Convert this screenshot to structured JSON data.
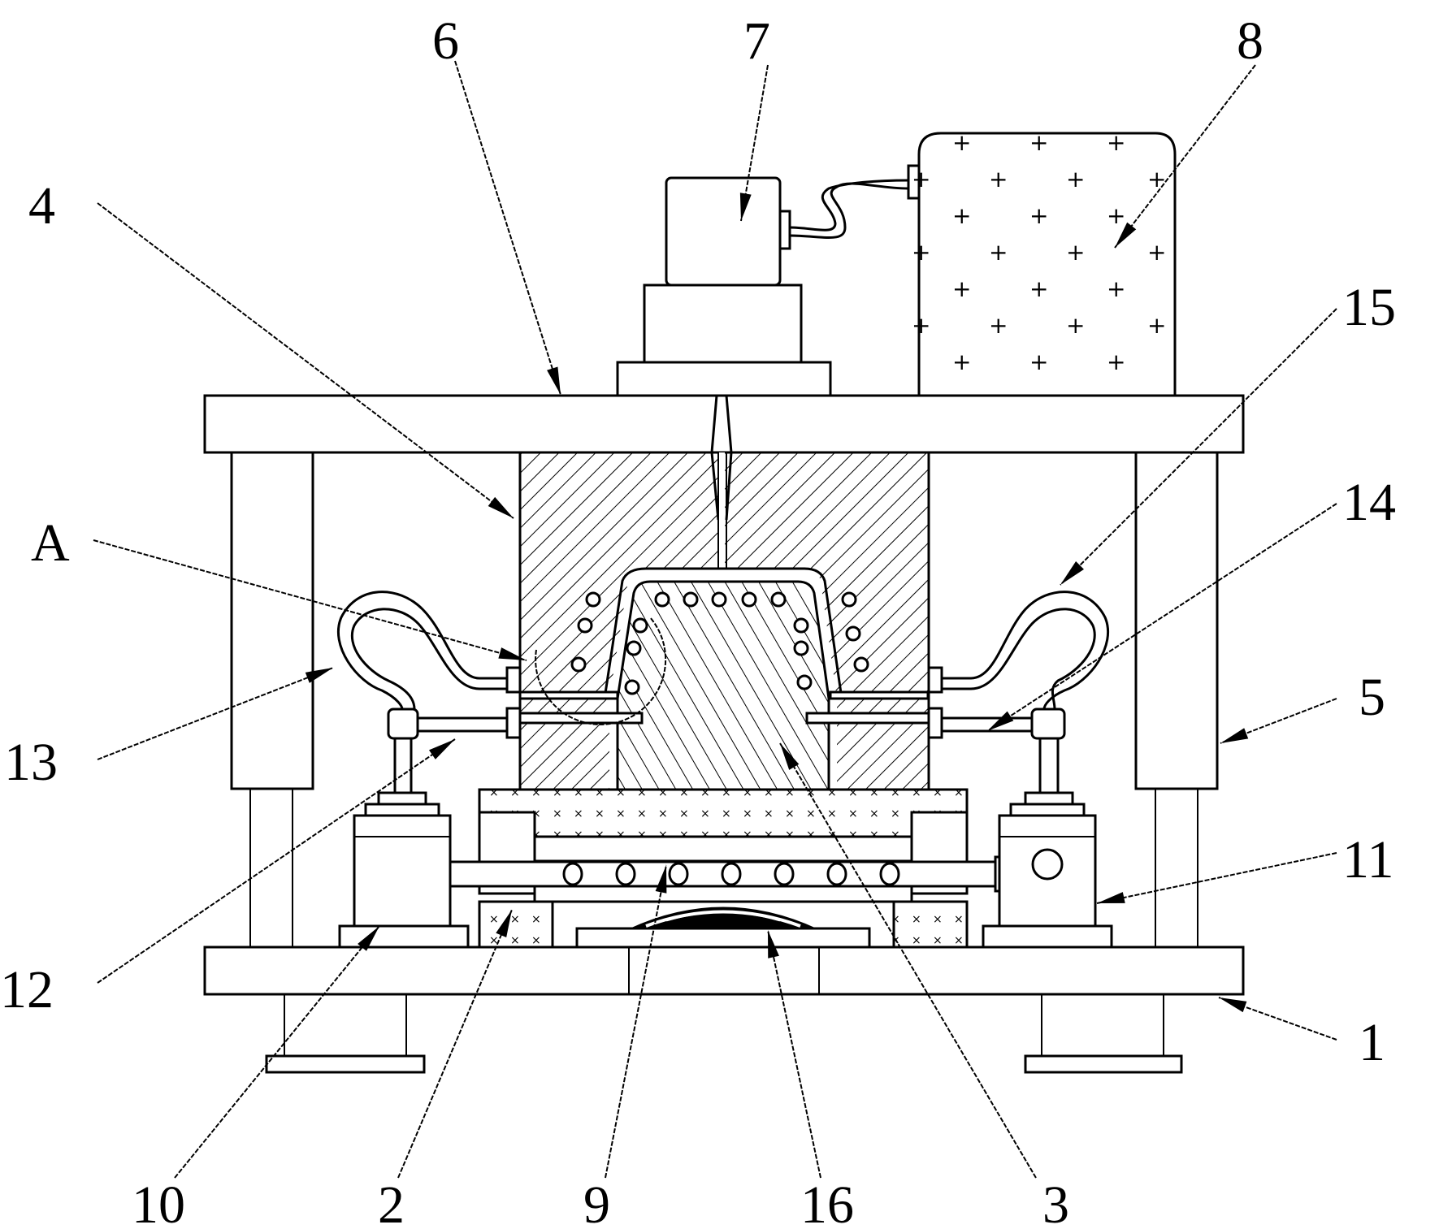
{
  "figure": {
    "type": "patent mechanical drawing (front cross-section)",
    "colors": {
      "line": "#000000",
      "background": "#ffffff"
    }
  },
  "callouts": [
    {
      "id": "1",
      "label": "1",
      "part": "base plate"
    },
    {
      "id": "2",
      "label": "2",
      "part": "lower mold seat"
    },
    {
      "id": "3",
      "label": "3",
      "part": "lower mold core"
    },
    {
      "id": "4",
      "label": "4",
      "part": "upper mold"
    },
    {
      "id": "5",
      "label": "5",
      "part": "support column"
    },
    {
      "id": "6",
      "label": "6",
      "part": "top plate"
    },
    {
      "id": "7",
      "label": "7",
      "part": "injection unit"
    },
    {
      "id": "8",
      "label": "8",
      "part": "material tank"
    },
    {
      "id": "9",
      "label": "9",
      "part": "perforated cooling pipe"
    },
    {
      "id": "10",
      "label": "10",
      "part": "left pump housing"
    },
    {
      "id": "11",
      "label": "11",
      "part": "right pump housing"
    },
    {
      "id": "12",
      "label": "12",
      "part": "left inlet pipe"
    },
    {
      "id": "13",
      "label": "13",
      "part": "left hose"
    },
    {
      "id": "14",
      "label": "14",
      "part": "right inlet pipe"
    },
    {
      "id": "15",
      "label": "15",
      "part": "right hose"
    },
    {
      "id": "16",
      "label": "16",
      "part": "ejector dome"
    },
    {
      "id": "A",
      "label": "A",
      "part": "detail view A"
    }
  ],
  "tank_symbol": "+",
  "filler_symbol": "×"
}
